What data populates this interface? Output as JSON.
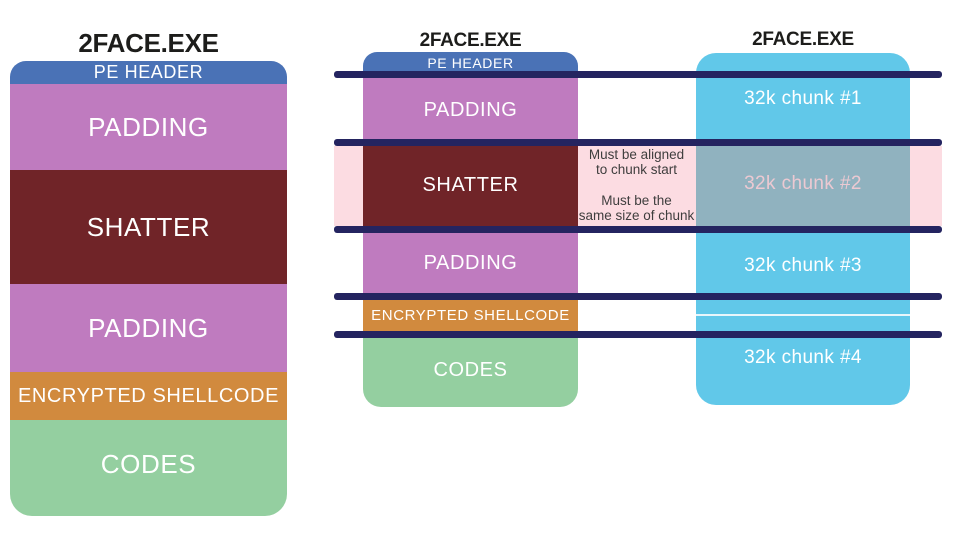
{
  "colors": {
    "background": "#ffffff",
    "title_text": "#1d1d1b",
    "band_text": "#ffffff",
    "pe_header_blue": "#4a72b6",
    "padding_purple": "#bf7bbf",
    "shatter_maroon": "#702428",
    "shellcode_orange": "#d18a3e",
    "codes_green": "#94cfa0",
    "chunk_blue": "#61c8e9",
    "navy_line": "#242460",
    "pink_band": "#fcdce2",
    "chunk2_overlay": "#90b2bf",
    "chunk2_text": "#ecc9d2",
    "annotation_text": "#3f3e3e",
    "chunk_divider": "#e8f6fb"
  },
  "left_diagram": {
    "title": "2FACE.EXE",
    "sections": [
      {
        "label": "PE HEADER"
      },
      {
        "label": "PADDING"
      },
      {
        "label": "SHATTER"
      },
      {
        "label": "PADDING"
      },
      {
        "label": "ENCRYPTED SHELLCODE"
      },
      {
        "label": "CODES"
      }
    ]
  },
  "middle_diagram": {
    "title": "2FACE.EXE",
    "sections": [
      {
        "label": "PE HEADER"
      },
      {
        "label": "PADDING"
      },
      {
        "label": "SHATTER"
      },
      {
        "label": "PADDING"
      },
      {
        "label": "ENCRYPTED SHELLCODE"
      },
      {
        "label": "CODES"
      }
    ]
  },
  "right_diagram": {
    "title": "2FACE.EXE",
    "chunks": [
      {
        "label": "32k chunk #1"
      },
      {
        "label": "32k chunk #2"
      },
      {
        "label": "32k chunk #3"
      },
      {
        "label": "32k chunk #4"
      }
    ]
  },
  "annotations": {
    "alignment_note": "Must be aligned\nto chunk start",
    "size_note": "Must be the\nsame size of chunk"
  }
}
